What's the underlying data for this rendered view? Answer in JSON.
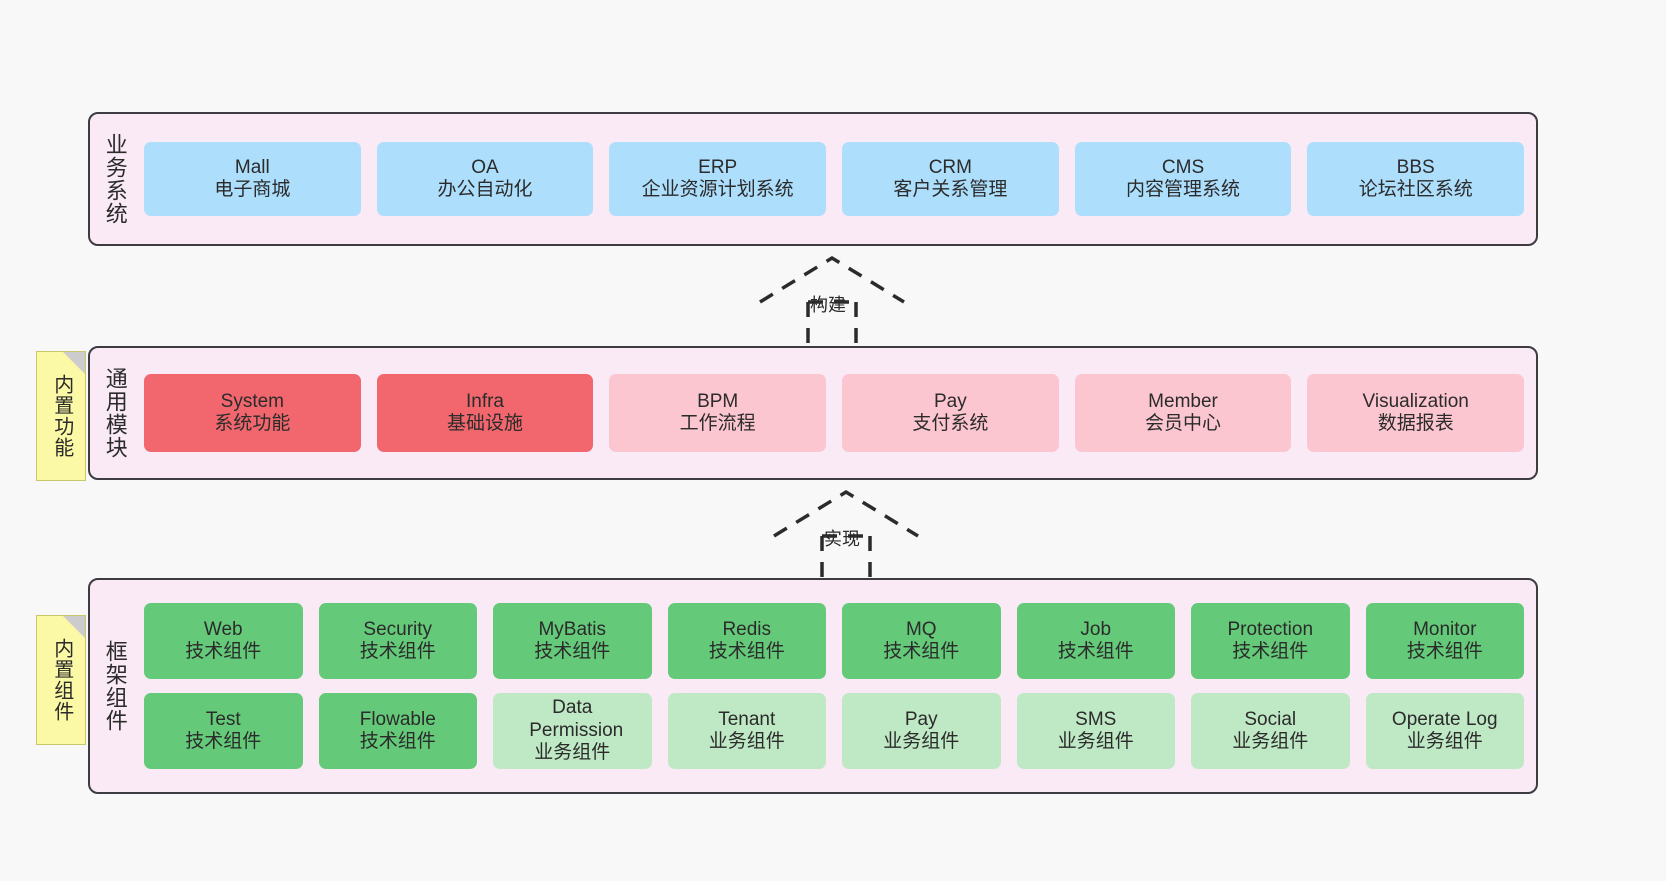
{
  "diagram": {
    "title_hidden": "",
    "background": "#f8f8f8",
    "layers": [
      {
        "id": "business-systems",
        "label": "业务系统",
        "note": null,
        "rows": [
          {
            "style": "blue",
            "cells": [
              {
                "en": "Mall",
                "cn": "电子商城"
              },
              {
                "en": "OA",
                "cn": "办公自动化"
              },
              {
                "en": "ERP",
                "cn": "企业资源计划系统"
              },
              {
                "en": "CRM",
                "cn": "客户关系管理"
              },
              {
                "en": "CMS",
                "cn": "内容管理系统"
              },
              {
                "en": "BBS",
                "cn": "论坛社区系统"
              }
            ]
          }
        ]
      },
      {
        "id": "common-modules",
        "label": "通用模块",
        "note": "内置功能",
        "rows": [
          {
            "style": "mixed",
            "cells": [
              {
                "en": "System",
                "cn": "系统功能",
                "style": "red"
              },
              {
                "en": "Infra",
                "cn": "基础设施",
                "style": "red"
              },
              {
                "en": "BPM",
                "cn": "工作流程",
                "style": "pink"
              },
              {
                "en": "Pay",
                "cn": "支付系统",
                "style": "pink"
              },
              {
                "en": "Member",
                "cn": "会员中心",
                "style": "pink"
              },
              {
                "en": "Visualization",
                "cn": "数据报表",
                "style": "pink"
              }
            ]
          }
        ]
      },
      {
        "id": "framework-components",
        "label": "框架组件",
        "note": "内置组件",
        "rows": [
          {
            "style": "green",
            "cells": [
              {
                "en": "Web",
                "cn": "技术组件"
              },
              {
                "en": "Security",
                "cn": "技术组件"
              },
              {
                "en": "MyBatis",
                "cn": "技术组件"
              },
              {
                "en": "Redis",
                "cn": "技术组件"
              },
              {
                "en": "MQ",
                "cn": "技术组件"
              },
              {
                "en": "Job",
                "cn": "技术组件"
              },
              {
                "en": "Protection",
                "cn": "技术组件"
              },
              {
                "en": "Monitor",
                "cn": "技术组件"
              }
            ]
          },
          {
            "style": "mixed",
            "cells": [
              {
                "en": "Test",
                "cn": "技术组件",
                "style": "green"
              },
              {
                "en": "Flowable",
                "cn": "技术组件",
                "style": "green"
              },
              {
                "en": "Data Permission",
                "cn": "业务组件",
                "style": "lightgreen"
              },
              {
                "en": "Tenant",
                "cn": "业务组件",
                "style": "lightgreen"
              },
              {
                "en": "Pay",
                "cn": "业务组件",
                "style": "lightgreen"
              },
              {
                "en": "SMS",
                "cn": "业务组件",
                "style": "lightgreen"
              },
              {
                "en": "Social",
                "cn": "业务组件",
                "style": "lightgreen"
              },
              {
                "en": "Operate Log",
                "cn": "业务组件",
                "style": "lightgreen"
              }
            ]
          }
        ]
      }
    ],
    "connectors": [
      {
        "id": "build",
        "label": "构建",
        "from": "common-modules",
        "to": "business-systems",
        "style": "dashed-hollow-triangle"
      },
      {
        "id": "implement",
        "label": "实现",
        "from": "framework-components",
        "to": "common-modules",
        "style": "dashed-hollow-triangle"
      }
    ],
    "colors": {
      "layer_bg": "#f9eaf5",
      "layer_border": "#3f3b42",
      "blue": "#addefc",
      "red": "#f1676d",
      "pink": "#fcc6d0",
      "green": "#64ca79",
      "lightgreen": "#bfe8c5",
      "note_bg": "#fbf9a5",
      "note_fold": "#cccccc",
      "arrow": "#2b2b2b"
    }
  }
}
